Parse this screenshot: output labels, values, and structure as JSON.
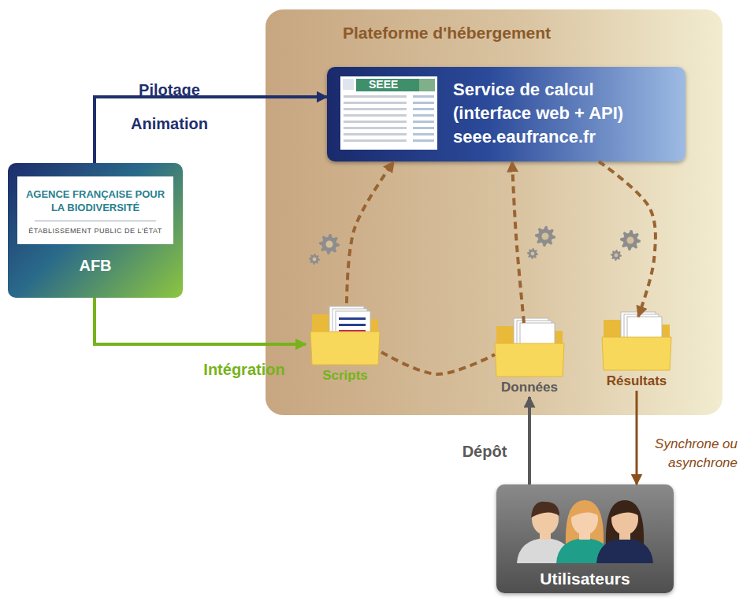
{
  "diagram": {
    "nodes": [
      {
        "text": [
          "Plateforme d'hébergement"
        ]
      },
      {
        "text": [
          "Service de calcul (interface web + API) seee.eaufrance.fr"
        ],
        "in": 0
      },
      {
        "text": [
          "Scripts"
        ],
        "in": 0
      },
      {
        "text": [
          "Données"
        ],
        "in": 0
      },
      {
        "text": [
          "Résultats"
        ],
        "in": 0
      },
      {
        "text": [
          "AGENCE FRANÇAISE POUR LA BIODIVERSITÉ",
          "ÉTABLISSEMENT PUBLIC DE L'ÉTAT",
          "AFB"
        ]
      },
      {
        "text": [
          "Utilisateurs"
        ]
      }
    ],
    "edges": [
      {
        "from": 5,
        "to": 1,
        "label": "Pilotage Animation",
        "arrow": "to"
      },
      {
        "from": 5,
        "to": 2,
        "label": "Intégration",
        "arrow": "to"
      },
      {
        "from": 2,
        "to": 1,
        "arrow": "to"
      },
      {
        "from": 3,
        "to": 1,
        "arrow": "to"
      },
      {
        "from": 1,
        "to": 4,
        "arrow": "to"
      },
      {
        "from": 2,
        "to": 3,
        "arrow": "none"
      },
      {
        "from": 6,
        "to": 3,
        "label": "Dépôt",
        "arrow": "to"
      },
      {
        "from": 4,
        "to": 6,
        "label": "Synchrone ou asynchrone",
        "arrow": "to"
      }
    ],
    "labels": [
      "SEEE"
    ]
  }
}
